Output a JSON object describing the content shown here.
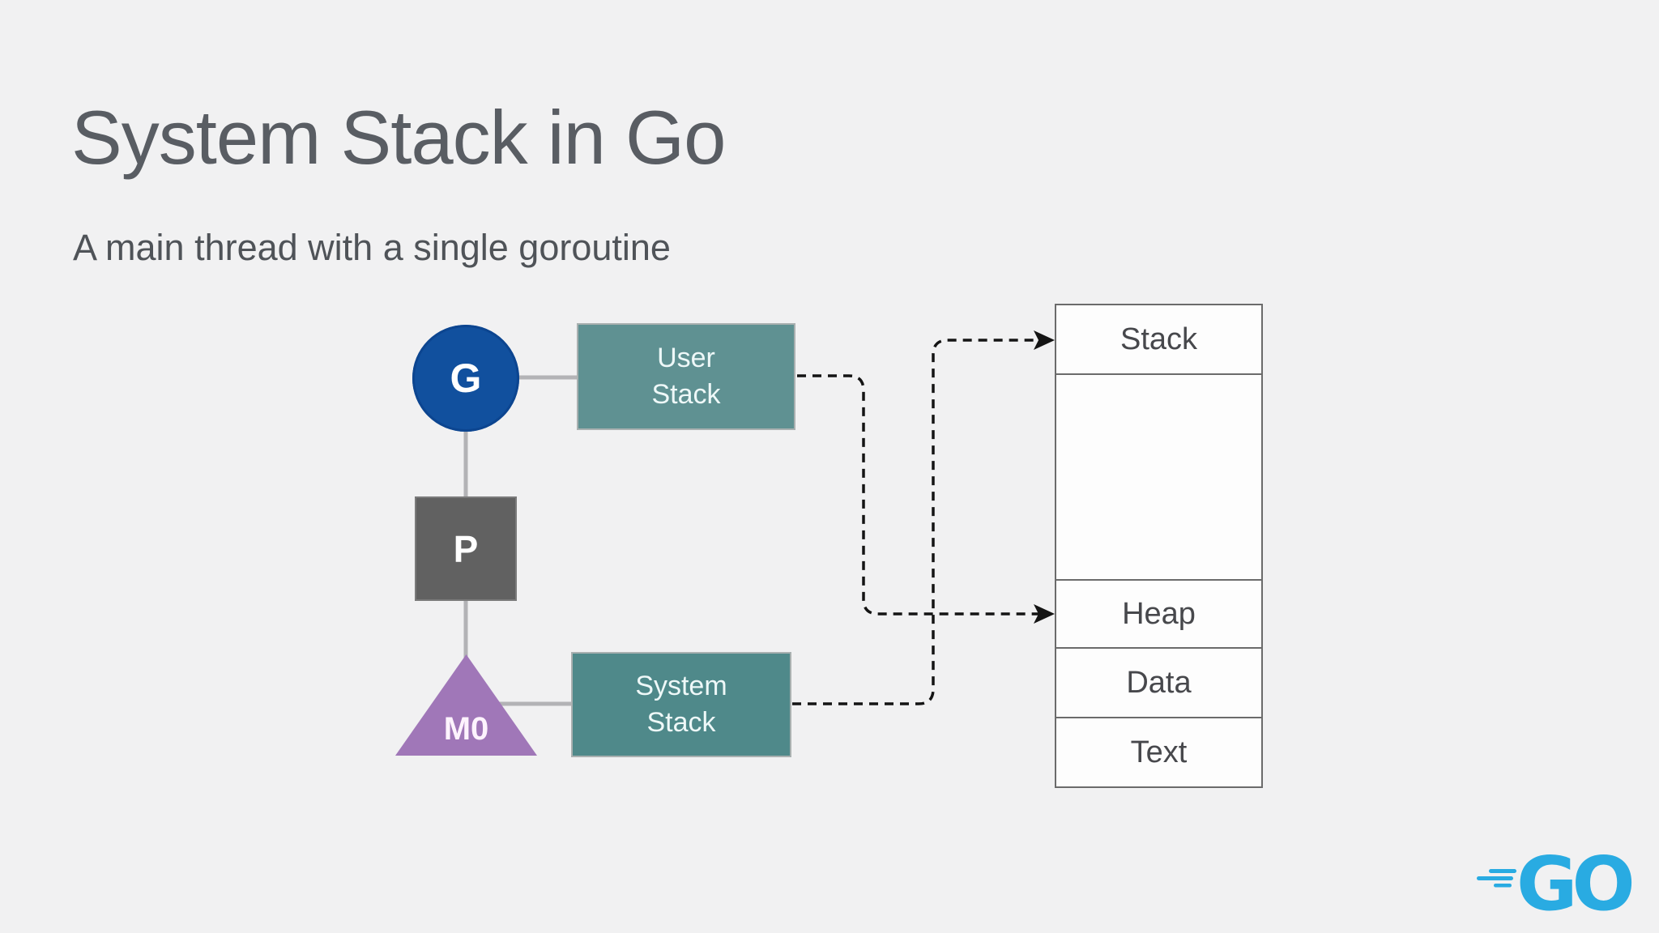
{
  "slide": {
    "title": "System Stack in Go",
    "subtitle": "A main thread with a single goroutine"
  },
  "diagram": {
    "goroutine_label": "G",
    "processor_label": "P",
    "machine_label": "M0",
    "user_stack": {
      "line1": "User",
      "line2": "Stack"
    },
    "system_stack": {
      "line1": "System",
      "line2": "Stack"
    },
    "connections": [
      "G - User Stack",
      "G - P",
      "P - M0",
      "M0 - System Stack"
    ],
    "arrows": [
      {
        "from": "System Stack",
        "to": "Stack",
        "style": "dashed"
      },
      {
        "from": "User Stack",
        "to": "Heap",
        "style": "dashed"
      }
    ]
  },
  "memory_map": {
    "rows": [
      {
        "label": "Stack"
      },
      {
        "label": ""
      },
      {
        "label": "Heap"
      },
      {
        "label": "Data"
      },
      {
        "label": "Text"
      }
    ]
  },
  "logo": {
    "text": "GO"
  },
  "colors": {
    "background": "#f1f1f2",
    "title_gray": "#595d63",
    "goroutine_blue": "#11509e",
    "processor_gray": "#616161",
    "machine_purple": "#a077b8",
    "user_stack_teal": "#5f9192",
    "system_stack_teal": "#4f898a",
    "memory_fill": "#fdfdfd",
    "memory_border": "#6b6b6b",
    "connector_gray": "#b3b3b6",
    "arrow_black": "#141414",
    "logo_cyan": "#29abe2"
  }
}
